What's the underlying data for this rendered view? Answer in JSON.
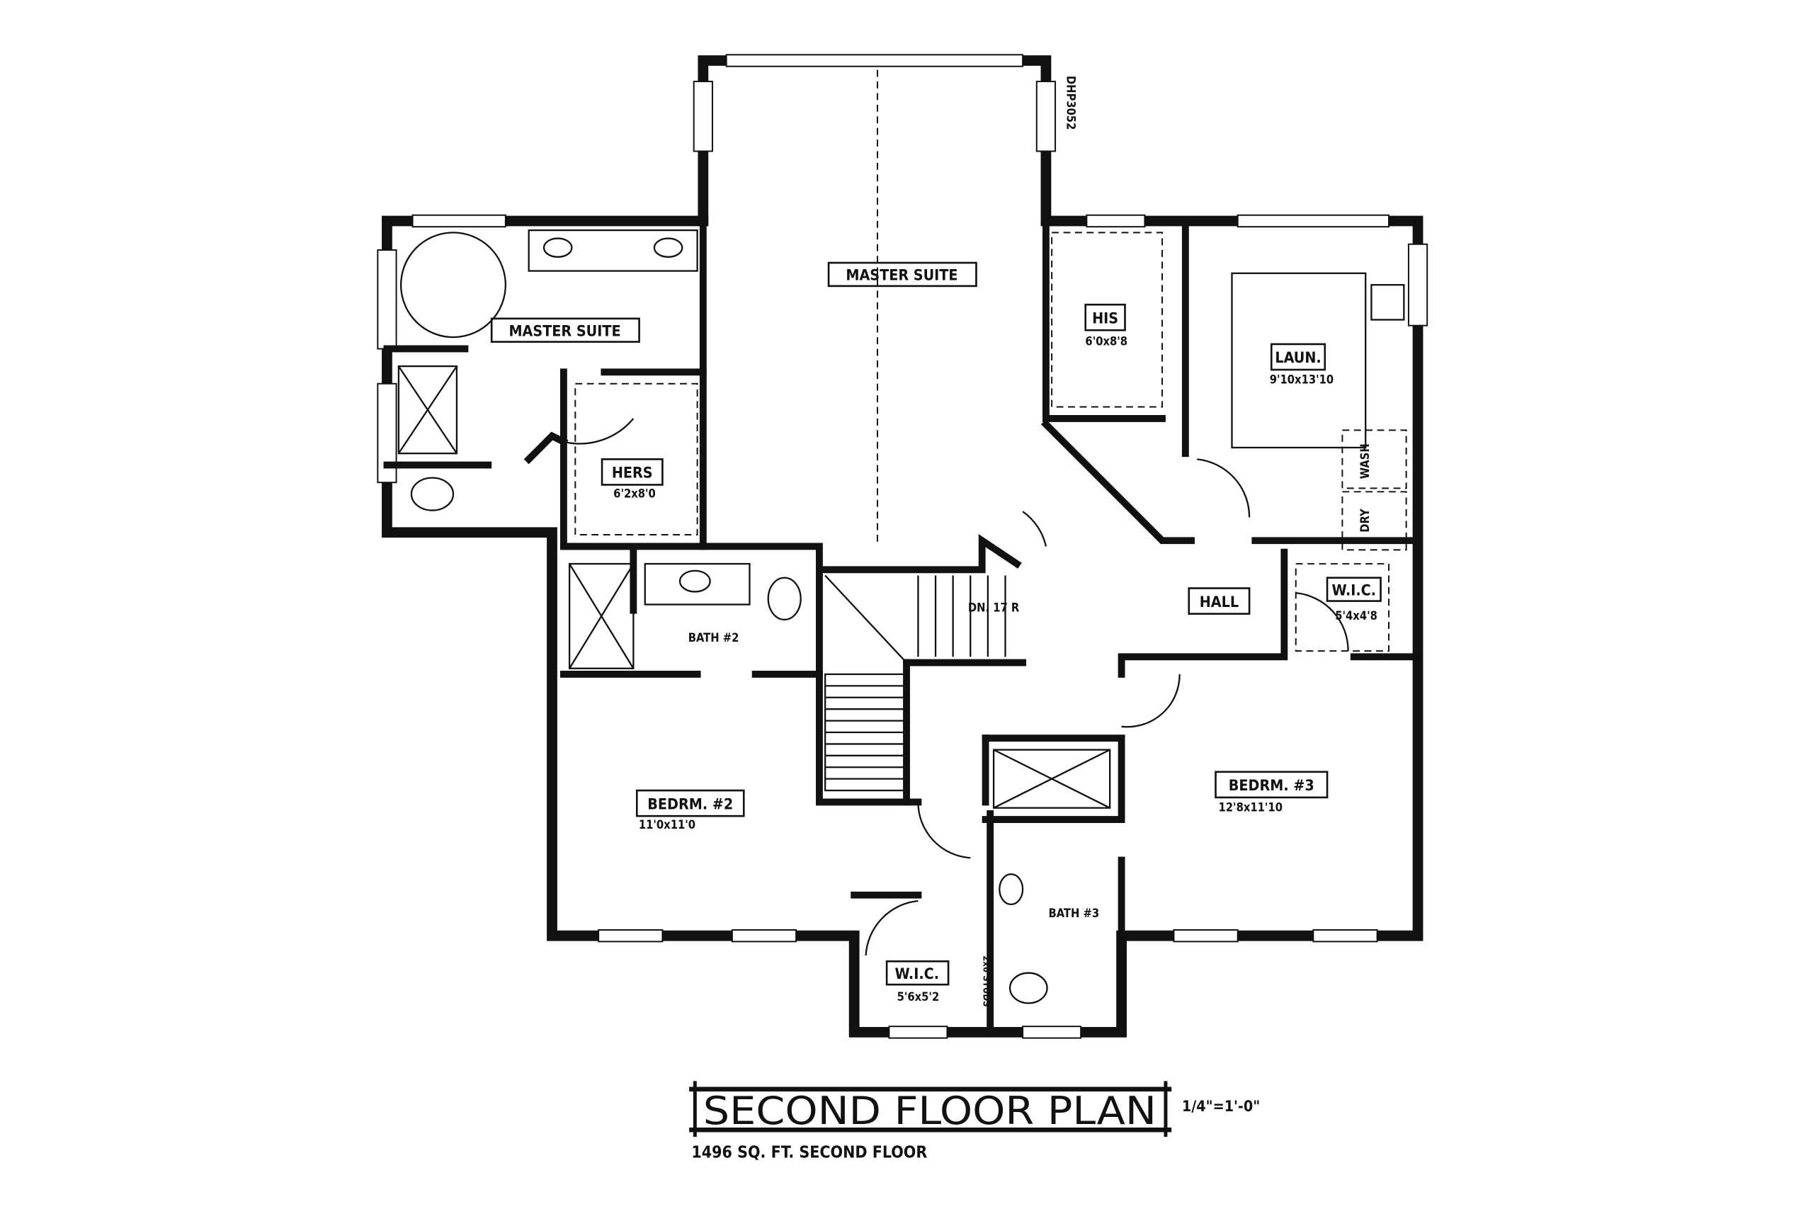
{
  "plan_code": "DHP3052",
  "rooms": {
    "master_suite_main": {
      "name": "MASTER SUITE"
    },
    "master_suite_bath": {
      "name": "MASTER SUITE"
    },
    "his": {
      "name": "HIS",
      "size": "6'0x8'8"
    },
    "hers": {
      "name": "HERS",
      "size": "6'2x8'0"
    },
    "laundry": {
      "name": "LAUN.",
      "size": "9'10x13'10",
      "wash": "WASH",
      "dry": "DRY"
    },
    "bath2": {
      "name": "BATH #2"
    },
    "stairs": {
      "label": "DN. 17 R"
    },
    "hall": {
      "name": "HALL"
    },
    "wic_right": {
      "name": "W.I.C.",
      "size": "5'4x4'8"
    },
    "bedroom2": {
      "name": "BEDRM. #2",
      "size": "11'0x11'0"
    },
    "bedroom3": {
      "name": "BEDRM. #3",
      "size": "12'8x11'10"
    },
    "bath3": {
      "name": "BATH #3"
    },
    "wic_bottom": {
      "name": "W.I.C.",
      "size": "5'6x5'2"
    },
    "studs_note": "2x6 STUDS"
  },
  "title_block": {
    "title": "SECOND FLOOR PLAN",
    "scale": "1/4\"=1'-0\"",
    "area": "1496 SQ. FT. SECOND FLOOR"
  }
}
